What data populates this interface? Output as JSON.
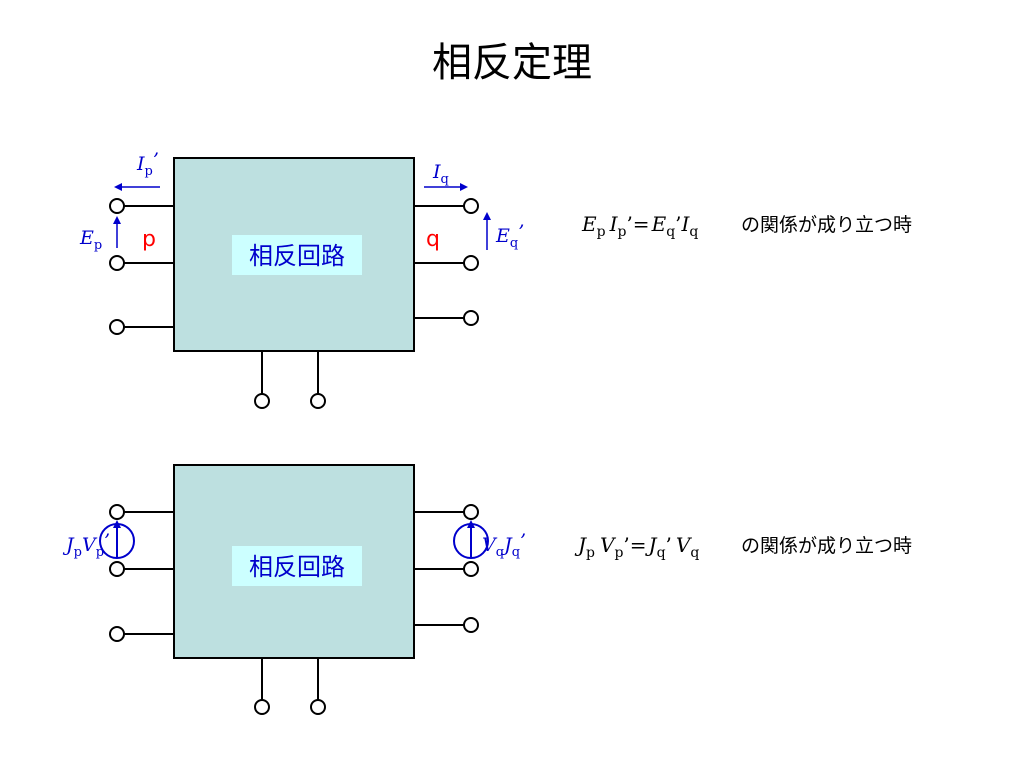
{
  "title": "相反定理",
  "circuit1": {
    "block_label": "相反回路",
    "port_p_label": "p",
    "port_q_label": "q",
    "current_p": {
      "main": "I",
      "sub": "p",
      "prime": "’"
    },
    "current_q": {
      "main": "I",
      "sub": "q"
    },
    "voltage_p": {
      "main": "E",
      "sub": "p"
    },
    "voltage_q": {
      "main": "E",
      "sub": "q",
      "prime": "’"
    }
  },
  "circuit2": {
    "block_label": "相反回路",
    "left_source": {
      "j": "J",
      "jsub": "p",
      "v": "V",
      "vsub": "p",
      "prime": "’"
    },
    "right_source": {
      "v": "V",
      "vsub": "q",
      "j": "J",
      "jsub": "q",
      "prime": "’"
    }
  },
  "equation1": {
    "t1": "E",
    "s1": "p",
    "t2": "I",
    "s2": "p",
    "m1": "’=",
    "t3": "E",
    "s3": "q",
    "m2": "’",
    "t4": "I",
    "s4": "q",
    "condition": "の関係が成り立つ時"
  },
  "equation2": {
    "t1": "J",
    "s1": "p",
    "t2": "V",
    "s2": "p",
    "m1": "’=",
    "t3": "J",
    "s3": "q",
    "m2": "’",
    "t4": "V",
    "s4": "q",
    "condition": "の関係が成り立つ時"
  },
  "colors": {
    "block_fill": "#bde0e0",
    "label_bg": "#ccffff",
    "blue": "#0000cc",
    "red": "#ff0000"
  }
}
